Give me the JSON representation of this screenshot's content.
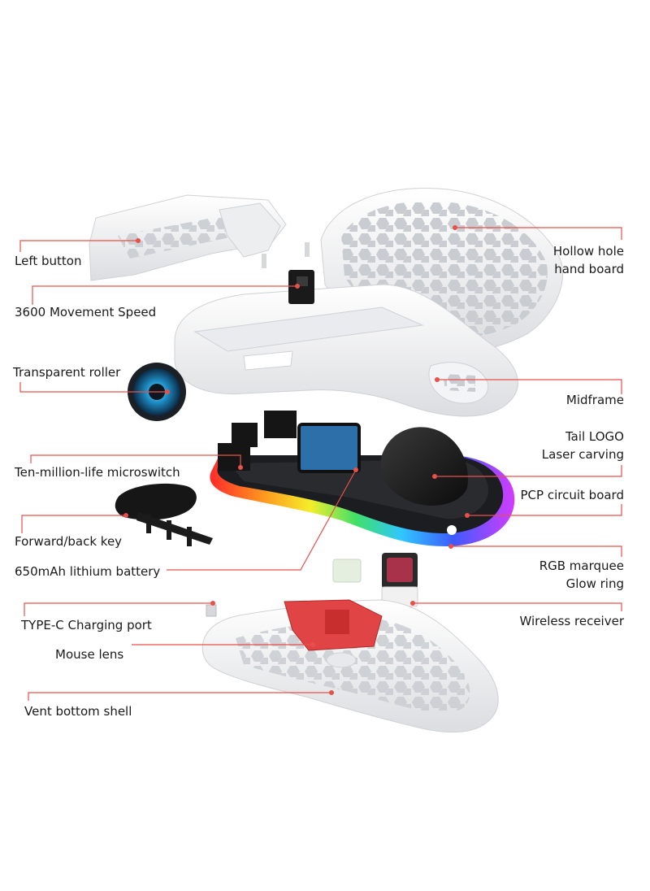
{
  "diagram": {
    "leader_color": "#e8504b",
    "labels": {
      "left_button": "Left button",
      "hollow_hole_1": "Hollow hole",
      "hollow_hole_2": "hand board",
      "movement_speed": "3600 Movement Speed",
      "transparent_roller": "Transparent roller",
      "midframe": "Midframe",
      "tail_logo_1": "Tail LOGO",
      "tail_logo_2": "Laser carving",
      "microswitch": "Ten-million-life microswitch",
      "pcp_board": "PCP circuit board",
      "forward_back": "Forward/back key",
      "battery": "650mAh lithium battery",
      "rgb_1": "RGB marquee",
      "rgb_2": "Glow ring",
      "typec": "TYPE-C Charging port",
      "wireless": "Wireless receiver",
      "mouse_lens": "Mouse lens",
      "vent_shell": "Vent bottom shell"
    }
  }
}
